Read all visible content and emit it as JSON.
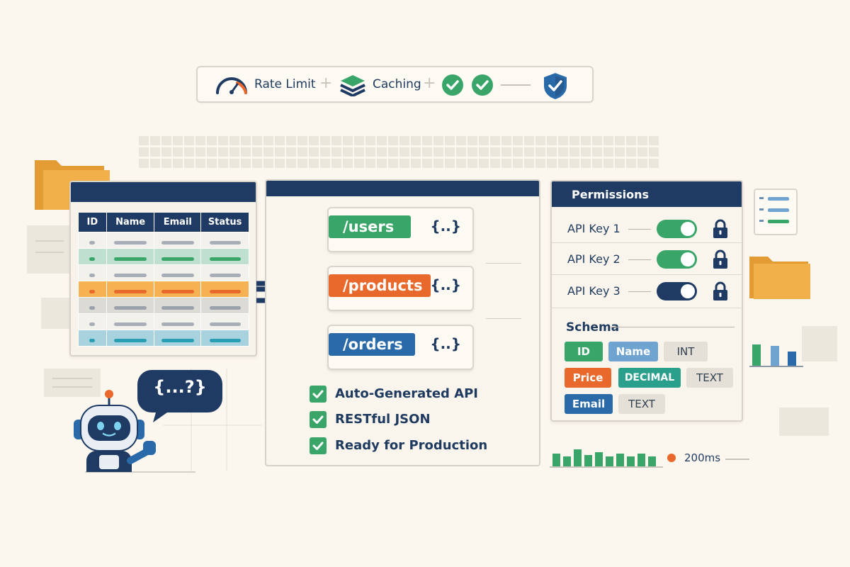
{
  "feature_bar": {
    "items": [
      {
        "label": "Rate Limit",
        "icon": "gauge-icon"
      },
      {
        "label": "Caching",
        "icon": "stack-layers-icon"
      }
    ],
    "icons": [
      "check-icon",
      "check-icon",
      "shield-check-icon"
    ]
  },
  "table": {
    "headers": [
      "ID",
      "Name",
      "Email",
      "Status"
    ],
    "row_tints": [
      "plain",
      "green",
      "plain",
      "orange",
      "gray",
      "plain",
      "teal"
    ]
  },
  "endpoints": [
    {
      "path": "/users",
      "color": "#3aa569",
      "brace": "{..}"
    },
    {
      "path": "/products",
      "color": "#e9692c",
      "brace": "{..}"
    },
    {
      "path": "/orders",
      "color": "#2a6aa8",
      "brace": "{..}"
    }
  ],
  "features": [
    "Auto-Generated API",
    "RESTful JSON",
    "Ready for Production"
  ],
  "permissions": {
    "title": "Permissions",
    "keys": [
      {
        "label": "API Key 1",
        "toggle_color": "#3aa569"
      },
      {
        "label": "API Key 2",
        "toggle_color": "#3aa569"
      },
      {
        "label": "API Key 3",
        "toggle_color": "#1f3b63"
      }
    ]
  },
  "schema": {
    "title": "Schema",
    "tags": [
      {
        "label": "ID",
        "style": "green"
      },
      {
        "label": "Name",
        "style": "blue"
      },
      {
        "label": "INT",
        "style": "gray"
      },
      {
        "label": "Price",
        "style": "orange"
      },
      {
        "label": "DECIMAL",
        "style": "teal"
      },
      {
        "label": "TEXT",
        "style": "gray"
      },
      {
        "label": "Email",
        "style": "blue"
      },
      {
        "label": "TEXT",
        "style": "gray"
      }
    ]
  },
  "latency": {
    "label": "200ms"
  },
  "assistant": {
    "speech": "{...?}"
  },
  "colors": {
    "navy": "#1f3b63",
    "green": "#3aa569",
    "orange": "#e9692c",
    "blue": "#2a6aa8",
    "teal": "#2aa08c",
    "folder": "#f2b04a",
    "background": "#fbf6ee"
  }
}
